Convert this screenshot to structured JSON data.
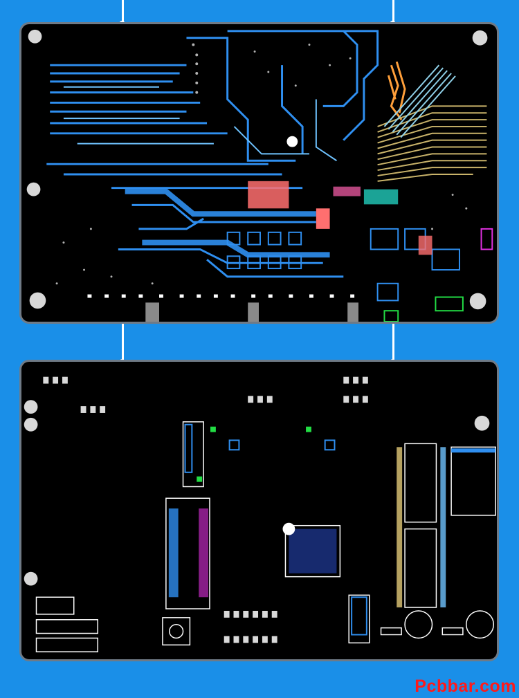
{
  "watermark": {
    "text": "Pcbbar.com",
    "color": "#ff1a1a"
  },
  "colors": {
    "background": "#1a8fe8",
    "board": "#000000",
    "board_border": "#6f7a86",
    "trace_blue": "#2f8ff0",
    "trace_light_blue": "#6fc3ff",
    "trace_orange": "#ff9f3a",
    "trace_khaki": "#c9b36a",
    "trace_salmon": "#ff6f6f",
    "trace_teal": "#20c0b0",
    "trace_green": "#22dd44",
    "trace_magenta": "#e030e0",
    "silk_white": "#ffffff"
  },
  "images": {
    "top_board": "pcb-top-layer-routing",
    "bottom_board": "pcb-bottom-layer-silkscreen"
  }
}
